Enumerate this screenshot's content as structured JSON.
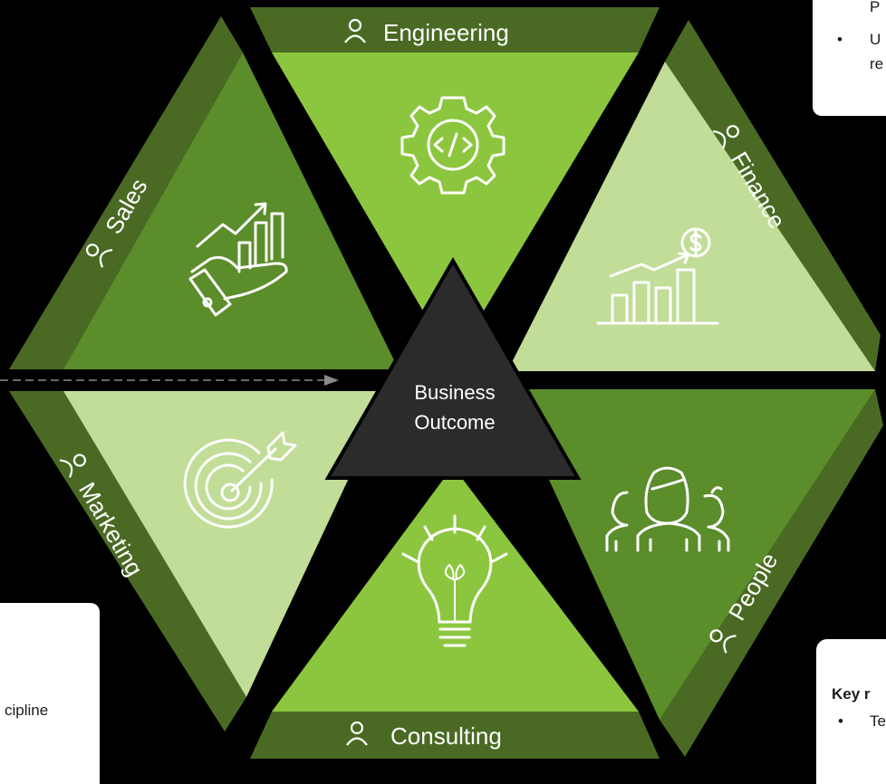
{
  "center": {
    "line1": "Business",
    "line2": "Outcome"
  },
  "segments": [
    {
      "label": "Engineering",
      "icon": "code-gear-icon"
    },
    {
      "label": "Finance",
      "icon": "dollar-growth-chart-icon"
    },
    {
      "label": "People",
      "icon": "team-people-icon"
    },
    {
      "label": "Consulting",
      "icon": "lightbulb-icon"
    },
    {
      "label": "Marketing",
      "icon": "target-arrow-icon"
    },
    {
      "label": "Sales",
      "icon": "hand-growth-chart-icon"
    }
  ],
  "cards": {
    "top_right": {
      "line1": "P",
      "bullet_line": "U",
      "line3": "re"
    },
    "bottom_left": {
      "text": "cipline"
    },
    "bottom_right": {
      "heading": "Key r",
      "bullet_line": "Te"
    }
  },
  "colors": {
    "band": "#4a6a24",
    "engineering": "#8cc63e",
    "finance": "#c1dd97",
    "people": "#5b8d2b",
    "consulting": "#8cc63e",
    "marketing": "#c1dd97",
    "sales": "#5b8d2b",
    "center": "#2b2b2b"
  }
}
